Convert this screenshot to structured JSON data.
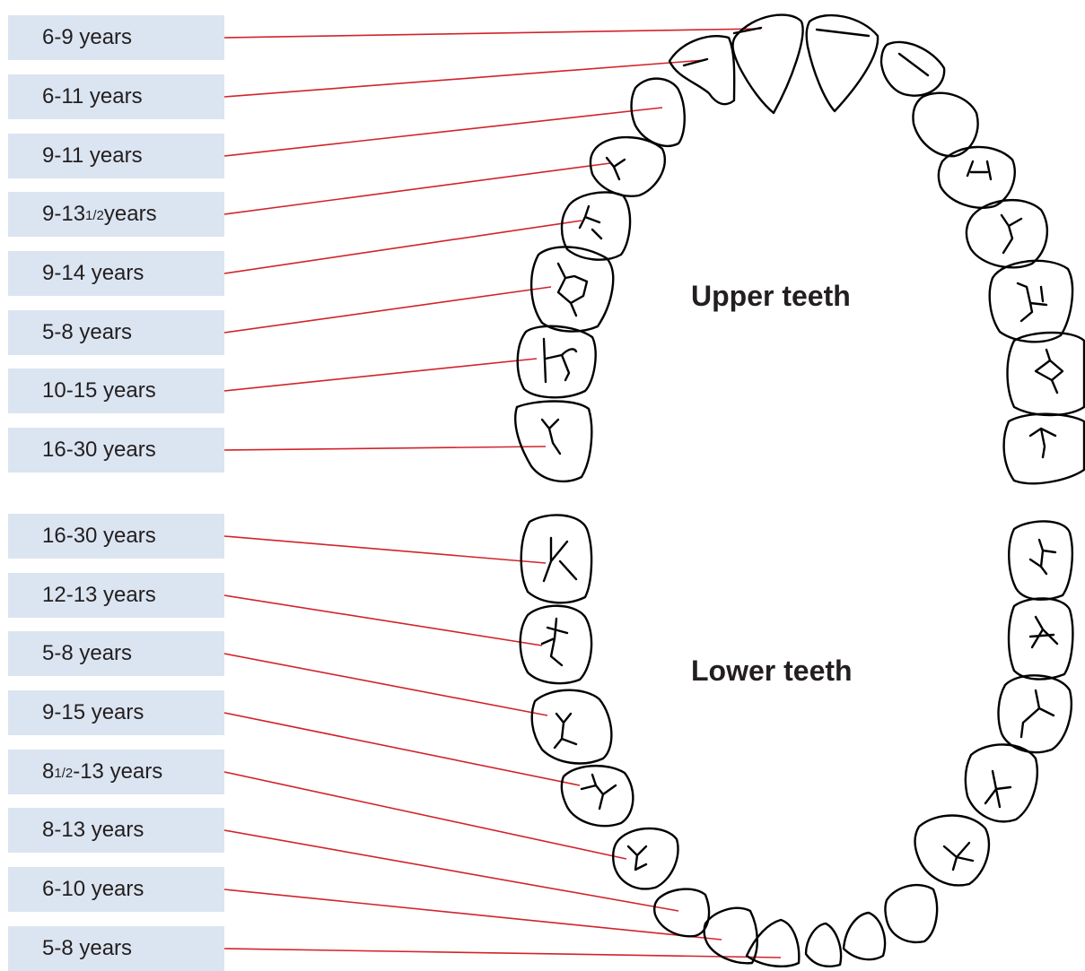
{
  "upper": {
    "heading": "Upper teeth",
    "labels": [
      {
        "pre": "6-9 years",
        "sub": "",
        "post": ""
      },
      {
        "pre": "6-11 years",
        "sub": "",
        "post": ""
      },
      {
        "pre": "9-11 years",
        "sub": "",
        "post": ""
      },
      {
        "pre": "9-13",
        "sub": "1/2",
        "post": " years"
      },
      {
        "pre": "9-14 years",
        "sub": "",
        "post": ""
      },
      {
        "pre": "5-8 years",
        "sub": "",
        "post": ""
      },
      {
        "pre": "10-15 years",
        "sub": "",
        "post": ""
      },
      {
        "pre": "16-30 years",
        "sub": "",
        "post": ""
      }
    ]
  },
  "lower": {
    "heading": "Lower teeth",
    "labels": [
      {
        "pre": "16-30 years",
        "sub": "",
        "post": ""
      },
      {
        "pre": "12-13 years",
        "sub": "",
        "post": ""
      },
      {
        "pre": "5-8 years",
        "sub": "",
        "post": ""
      },
      {
        "pre": "9-15 years",
        "sub": "",
        "post": ""
      },
      {
        "pre": "8",
        "sub": "1/2",
        "post": "-13 years"
      },
      {
        "pre": "8-13 years",
        "sub": "",
        "post": ""
      },
      {
        "pre": "6-10 years",
        "sub": "",
        "post": ""
      },
      {
        "pre": "5-8 years",
        "sub": "",
        "post": ""
      }
    ]
  },
  "colors": {
    "box": "#dbe5f1",
    "leader": "#d2232a",
    "tooth_outline": "#000000"
  }
}
